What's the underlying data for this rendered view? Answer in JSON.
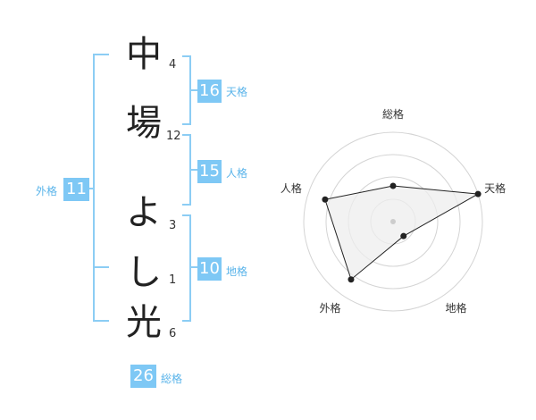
{
  "name": {
    "characters": [
      {
        "char": "中",
        "strokes": "4"
      },
      {
        "char": "場",
        "strokes": "12"
      },
      {
        "char": "よ",
        "strokes": "3"
      },
      {
        "char": "し",
        "strokes": "1"
      },
      {
        "char": "光",
        "strokes": "6"
      }
    ]
  },
  "fortunes": {
    "tenkaku": {
      "value": "16",
      "label": "天格"
    },
    "jinkaku": {
      "value": "15",
      "label": "人格"
    },
    "chikaku": {
      "value": "10",
      "label": "地格"
    },
    "gaikaku": {
      "value": "11",
      "label": "外格"
    },
    "soukaku": {
      "value": "26",
      "label": "総格"
    }
  },
  "chart_data": {
    "type": "radar",
    "categories": [
      "総格",
      "天格",
      "地格",
      "外格",
      "人格"
    ],
    "values": [
      2,
      5,
      1,
      4,
      4
    ],
    "rmax": 5,
    "rings": 4,
    "colors": {
      "fill": "#eeeeee",
      "stroke": "#222222",
      "ring": "#d4d4d4",
      "center": "#cccccc"
    }
  }
}
